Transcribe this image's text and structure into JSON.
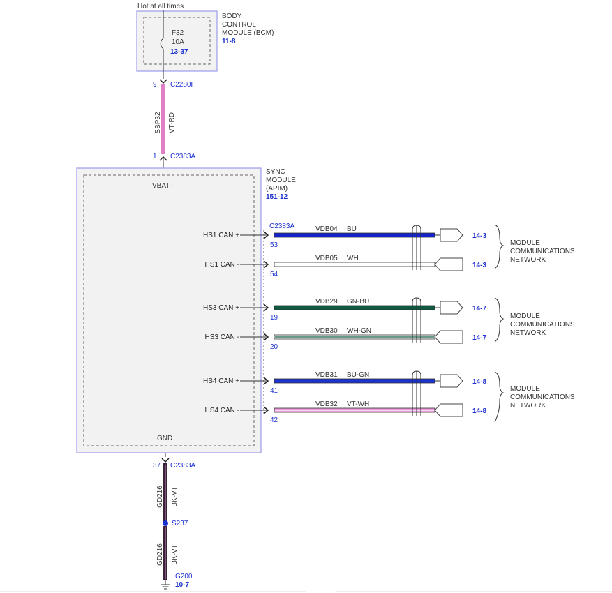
{
  "colors": {
    "module_border": "#9c9ce8",
    "module_fill": "#f2f2f2",
    "wire_vt_rd": "#e07ec8",
    "wire_bu": "#1424c8",
    "wire_gn_bu": "#0e5a40",
    "wire_bu_gn": "#1b33d0",
    "wire_vt_wh": "#e79ad9",
    "wire_bk_vt": "#3a2338",
    "link_blue": "#1a2fcf"
  },
  "bcm": {
    "hot_label": "Hot at all times",
    "fuse_name": "F32",
    "fuse_rating": "10A",
    "fuse_ref": "13-37",
    "title_line1": "BODY",
    "title_line2": "CONTROL",
    "title_line3": "MODULE (BCM)",
    "ref": "11-8"
  },
  "upper_wire": {
    "top_pin": "9",
    "top_connector": "C2280H",
    "circuit": "SBP32",
    "color": "VT-RD",
    "bottom_pin": "1",
    "bottom_connector": "C2383A"
  },
  "sync": {
    "title_line1": "SYNC",
    "title_line2": "MODULE",
    "title_line3": "(APIM)",
    "ref": "151-12",
    "vbatt": "VBATT",
    "gnd": "GND",
    "connector": "C2383A"
  },
  "can_lines": [
    {
      "label": "HS1 CAN +",
      "pin": "53",
      "circuit": "VDB04",
      "color": "BU",
      "ref": "14-3"
    },
    {
      "label": "HS1 CAN -",
      "pin": "54",
      "circuit": "VDB05",
      "color": "WH",
      "ref": "14-3"
    },
    {
      "label": "HS3 CAN +",
      "pin": "19",
      "circuit": "VDB29",
      "color": "GN-BU",
      "ref": "14-7"
    },
    {
      "label": "HS3 CAN -",
      "pin": "20",
      "circuit": "VDB30",
      "color": "WH-GN",
      "ref": "14-7"
    },
    {
      "label": "HS4 CAN +",
      "pin": "41",
      "circuit": "VDB31",
      "color": "BU-GN",
      "ref": "14-8"
    },
    {
      "label": "HS4 CAN -",
      "pin": "42",
      "circuit": "VDB32",
      "color": "VT-WH",
      "ref": "14-8"
    }
  ],
  "networks": [
    {
      "line1": "MODULE",
      "line2": "COMMUNICATIONS",
      "line3": "NETWORK"
    },
    {
      "line1": "MODULE",
      "line2": "COMMUNICATIONS",
      "line3": "NETWORK"
    },
    {
      "line1": "MODULE",
      "line2": "COMMUNICATIONS",
      "line3": "NETWORK"
    }
  ],
  "ground": {
    "pin": "37",
    "connector": "C2383A",
    "circuit_upper": "GD216",
    "color_upper": "BK-VT",
    "splice": "S237",
    "circuit_lower": "GD216",
    "color_lower": "BK-VT",
    "ground_id": "G200",
    "ground_ref": "10-7"
  }
}
